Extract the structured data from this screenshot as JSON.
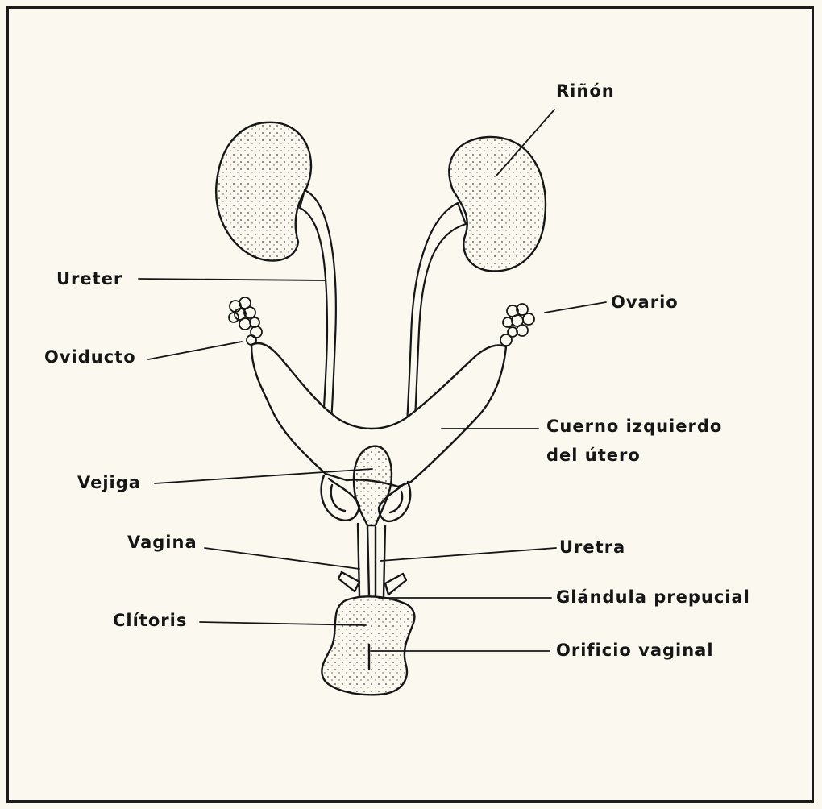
{
  "labels": {
    "rinon": "Riñón",
    "ureter": "Ureter",
    "ovario": "Ovario",
    "oviducto": "Oviducto",
    "cuerno_line1": "Cuerno izquierdo",
    "cuerno_line2": "del útero",
    "vejiga": "Vejiga",
    "vagina": "Vagina",
    "uretra": "Uretra",
    "glandula": "Glándula prepucial",
    "clitoris": "Clítoris",
    "orificio": "Orificio vaginal"
  },
  "colors": {
    "ink": "#161616",
    "paper": "#fbf9ef"
  }
}
